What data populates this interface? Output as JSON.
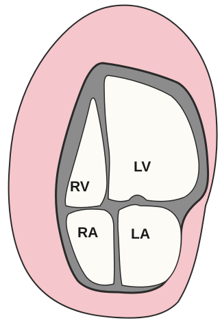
{
  "labels": {
    "rv": "RV",
    "lv": "LV",
    "ra": "RA",
    "la": "LA"
  },
  "colors": {
    "pericardium_fill": "#f5c6cb",
    "pericardium_stroke": "#2a2a2a",
    "myocardium_fill": "#8c8c8c",
    "wall_stroke": "#2a2a2a",
    "chamber_fill": "#fdfbf6",
    "text": "#1a1a1a"
  }
}
